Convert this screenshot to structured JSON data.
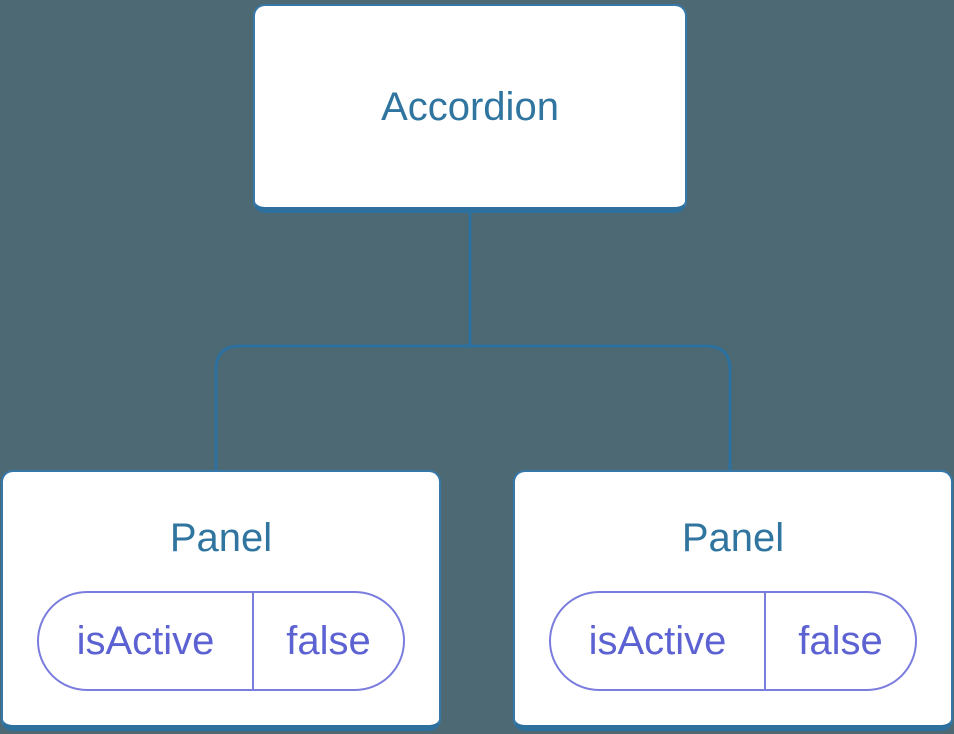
{
  "colors": {
    "background": "#4d6a74",
    "node_fill": "#ffffff",
    "node_border": "#3678aa",
    "node_border_bottom": "#2d6f9d",
    "node_text": "#2f759f",
    "connector": "#2c709f",
    "state_border": "#7a7dde",
    "state_text": "#5d62d2"
  },
  "diagram": {
    "type": "component-tree",
    "root": {
      "label": "Accordion"
    },
    "children": [
      {
        "label": "Panel",
        "state": {
          "key": "isActive",
          "value": "false"
        }
      },
      {
        "label": "Panel",
        "state": {
          "key": "isActive",
          "value": "false"
        }
      }
    ]
  }
}
